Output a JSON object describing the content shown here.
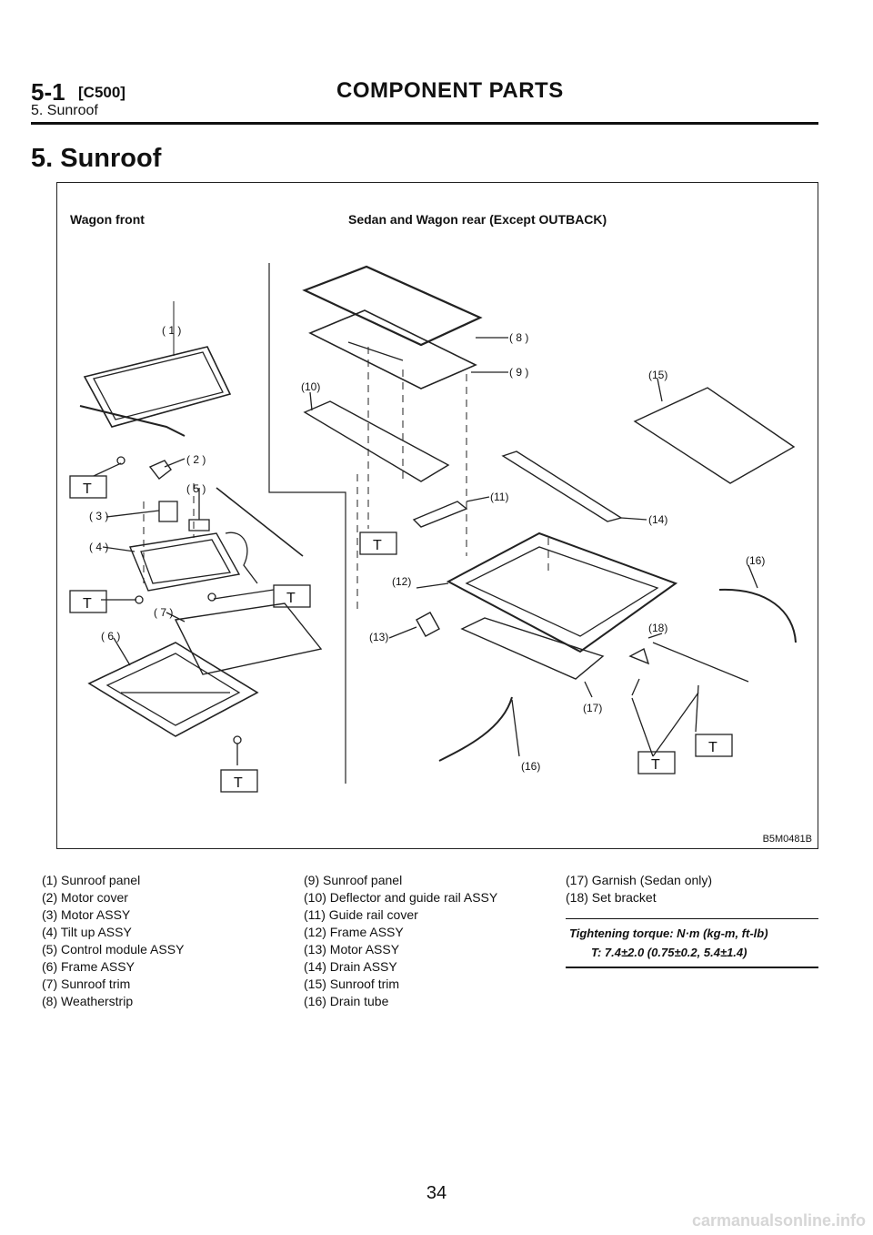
{
  "header": {
    "section_number": "5-1",
    "section_code": "[C500]",
    "title": "COMPONENT PARTS",
    "subtitle": "5. Sunroof"
  },
  "heading": "5. Sunroof",
  "figure": {
    "label_left": "Wagon front",
    "label_right": "Sedan and Wagon rear (Except OUTBACK)",
    "code": "B5M0481B",
    "callouts": {
      "c1": "( 1 )",
      "c2": "( 2 )",
      "c3": "( 3 )",
      "c4": "( 4 )",
      "c5": "( 5 )",
      "c6": "( 6 )",
      "c7": "( 7 )",
      "c8": "( 8 )",
      "c9": "( 9 )",
      "c10": "(10)",
      "c11": "(11)",
      "c12": "(12)",
      "c13": "(13)",
      "c14": "(14)",
      "c15": "(15)",
      "c16a": "(16)",
      "c16b": "(16)",
      "c17": "(17)",
      "c18": "(18)"
    },
    "torque_marker": "T"
  },
  "legend": {
    "col1": [
      "(1) Sunroof panel",
      "(2) Motor cover",
      "(3) Motor ASSY",
      "(4) Tilt up ASSY",
      "(5) Control module ASSY",
      "(6) Frame ASSY",
      "(7) Sunroof trim",
      "(8) Weatherstrip"
    ],
    "col2": [
      "(9) Sunroof panel",
      "(10) Deflector and guide rail ASSY",
      "(11) Guide rail cover",
      "(12) Frame ASSY",
      "(13) Motor ASSY",
      "(14) Drain ASSY",
      "(15) Sunroof trim",
      "(16) Drain tube"
    ],
    "col3": [
      "(17) Garnish (Sedan only)",
      "(18) Set bracket"
    ]
  },
  "torque": {
    "heading": "Tightening torque: N·m (kg-m, ft-lb)",
    "value": "T: 7.4±2.0 (0.75±0.2, 5.4±1.4)"
  },
  "page_number": "34",
  "watermark": "carmanualsonline.info"
}
